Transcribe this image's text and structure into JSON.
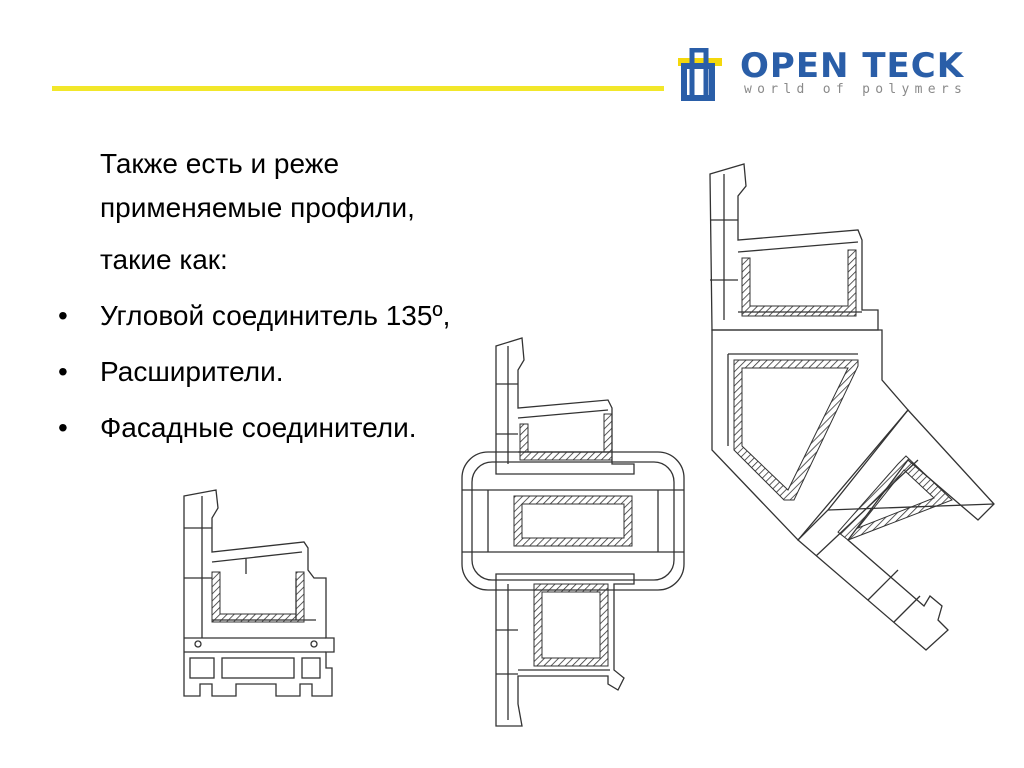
{
  "colors": {
    "accent_yellow": "#f2e72a",
    "logo_blue": "#2a5ea8",
    "logo_yellow": "#f4d80c",
    "logo_gray": "#8a8a8a",
    "text": "#000000",
    "line": "#333333"
  },
  "logo": {
    "name": "OPEN TECK",
    "tagline": "world of polymers",
    "mark": "logo-mark-icon"
  },
  "content": {
    "intro": [
      "Также есть и реже",
      "применяемые профили,",
      "такие как:"
    ],
    "bullet_char": "•",
    "bullets": [
      "Угловой соединитель 135º,",
      "Расширители.",
      "Фасадные соединители."
    ]
  },
  "drawings": [
    "profile-section-drawing-icon",
    "expander-profile-drawing-icon",
    "corner-connector-135-drawing-icon"
  ]
}
